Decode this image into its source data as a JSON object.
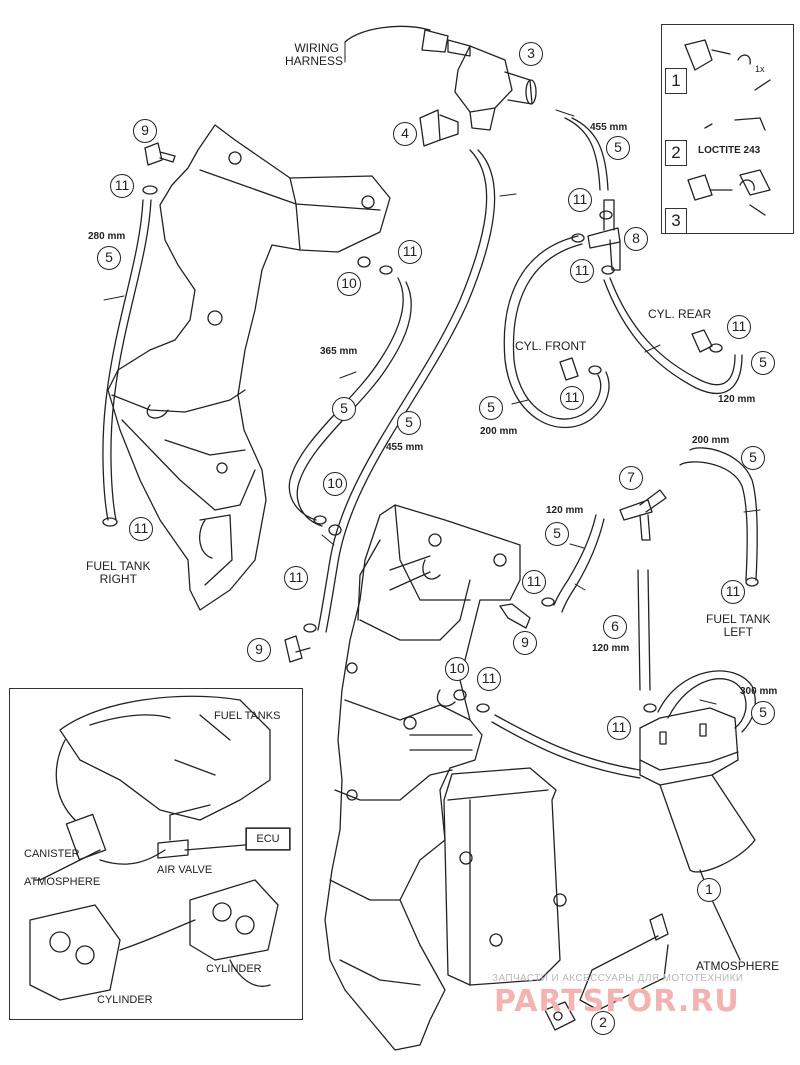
{
  "labels": {
    "wiring_harness": [
      "WIRING",
      "HARNESS"
    ],
    "fuel_tank_right": [
      "FUEL TANK",
      "RIGHT"
    ],
    "fuel_tank_left": [
      "FUEL TANK",
      "LEFT"
    ],
    "cyl_front": "CYL. FRONT",
    "cyl_rear": "CYL. REAR",
    "atmosphere": "ATMOSPHERE",
    "loctite": "LOCTITE 243",
    "rotate_note": "1x"
  },
  "lengths": {
    "l455_top": "455 mm",
    "l280": "280 mm",
    "l365": "365 mm",
    "l455_mid": "455 mm",
    "l200_front": "200 mm",
    "l120_rear": "120 mm",
    "l200_left": "200 mm",
    "l120_tee": "120 mm",
    "l120_part6": "120 mm",
    "l300": "300 mm"
  },
  "callouts": [
    "1",
    "2",
    "3",
    "4",
    "5",
    "6",
    "7",
    "8",
    "9",
    "10",
    "11"
  ],
  "steps": [
    "1",
    "2",
    "3"
  ],
  "inset": {
    "fuel_tanks": "FUEL TANKS",
    "canister": "CANISTER",
    "atmosphere": "ATMOSPHERE",
    "air_valve": "AIR VALVE",
    "ecu": "ECU",
    "cylinder_left": "CYLINDER",
    "cylinder_right": "CYLINDER"
  },
  "watermark": {
    "top": "ЗАПЧАСТИ И АКСЕССУАРЫ ДЛЯ МОТОТЕХНИКИ",
    "main": "PARTSFOR.RU"
  }
}
